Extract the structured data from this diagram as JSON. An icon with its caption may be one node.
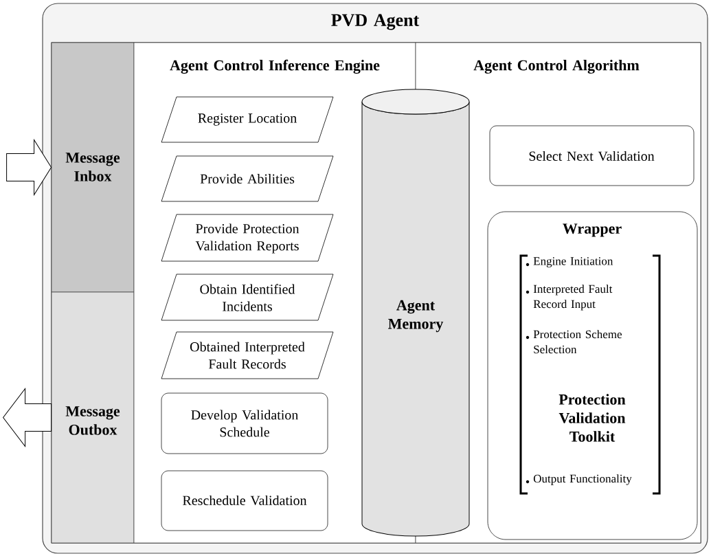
{
  "diagram": {
    "nodes": [
      {
        "text": [
          "PVD Agent"
        ]
      },
      {
        "text": [
          "Message Inbox"
        ],
        "in": 0
      },
      {
        "text": [
          "Message Outbox"
        ],
        "in": 0
      },
      {
        "text": [
          "Agent Control Inference Engine"
        ],
        "in": 0
      },
      {
        "text": [
          "Agent Control Algorithm"
        ],
        "in": 0
      },
      {
        "text": [
          "Agent Memory"
        ],
        "in": 0
      },
      {
        "text": [
          "Register Location"
        ],
        "in": 3
      },
      {
        "text": [
          "Provide Abilities"
        ],
        "in": 3
      },
      {
        "text": [
          "Provide Protection Validation Reports"
        ],
        "in": 3
      },
      {
        "text": [
          "Obtain Identified Incidents"
        ],
        "in": 3
      },
      {
        "text": [
          "Obtained Interpreted Fault Records"
        ],
        "in": 3
      },
      {
        "text": [
          "Develop Validation Schedule"
        ],
        "in": 3
      },
      {
        "text": [
          "Reschedule Validation"
        ],
        "in": 3
      },
      {
        "text": [
          "Select Next Validation"
        ],
        "in": 4
      },
      {
        "text": [
          "Wrapper",
          "Engine Initiation",
          "Interpreted Fault Record Input",
          "Protection Scheme Selection",
          "Protection Validation Toolkit",
          "Output Functionality"
        ],
        "in": 4
      }
    ],
    "edges": [
      {
        "from": null,
        "to": 1,
        "arrow": "to"
      },
      {
        "from": 2,
        "to": null,
        "arrow": "to"
      }
    ]
  }
}
